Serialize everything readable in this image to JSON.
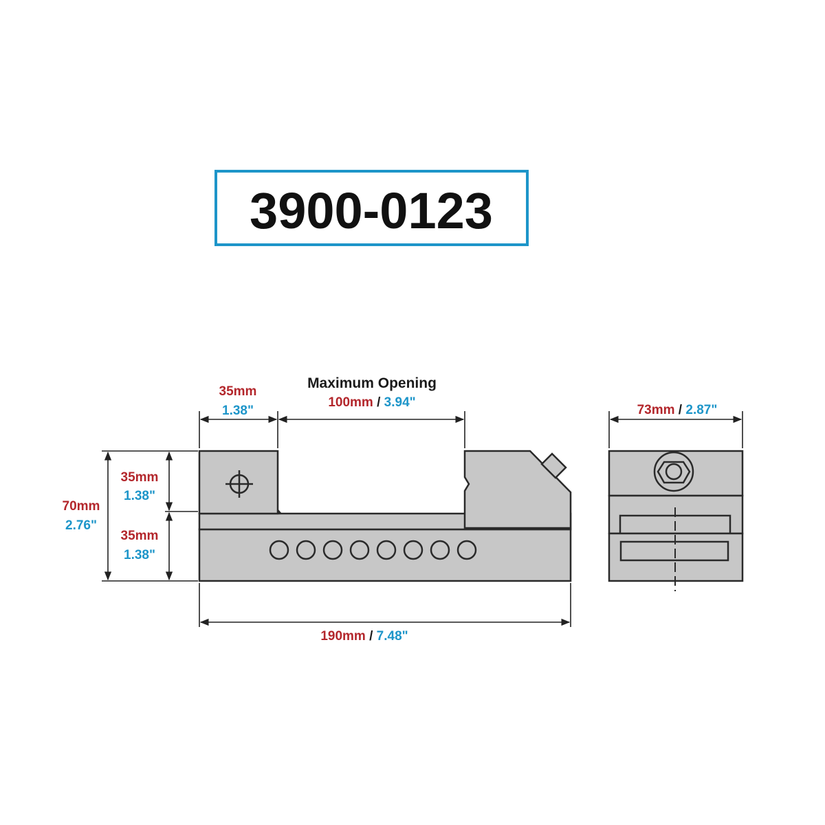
{
  "part_number": "3900-0123",
  "colors": {
    "frame": "#1d95c9",
    "metric": "#b3262b",
    "imperial": "#1d95c9",
    "body": "#c7c7c7"
  },
  "dimensions": {
    "max_opening": {
      "title": "Maximum Opening",
      "mm": "100mm",
      "sep": " / ",
      "in": "3.94\""
    },
    "fixed_jaw_width": {
      "mm": "35mm",
      "in": "1.38\""
    },
    "total_height": {
      "mm": "70mm",
      "in": "2.76\""
    },
    "upper_height": {
      "mm": "35mm",
      "in": "1.38\""
    },
    "lower_height": {
      "mm": "35mm",
      "in": "1.38\""
    },
    "total_length": {
      "mm": "190mm",
      "sep": " / ",
      "in": "7.48\""
    },
    "end_width": {
      "mm": "73mm",
      "sep": " / ",
      "in": "2.87\""
    }
  }
}
